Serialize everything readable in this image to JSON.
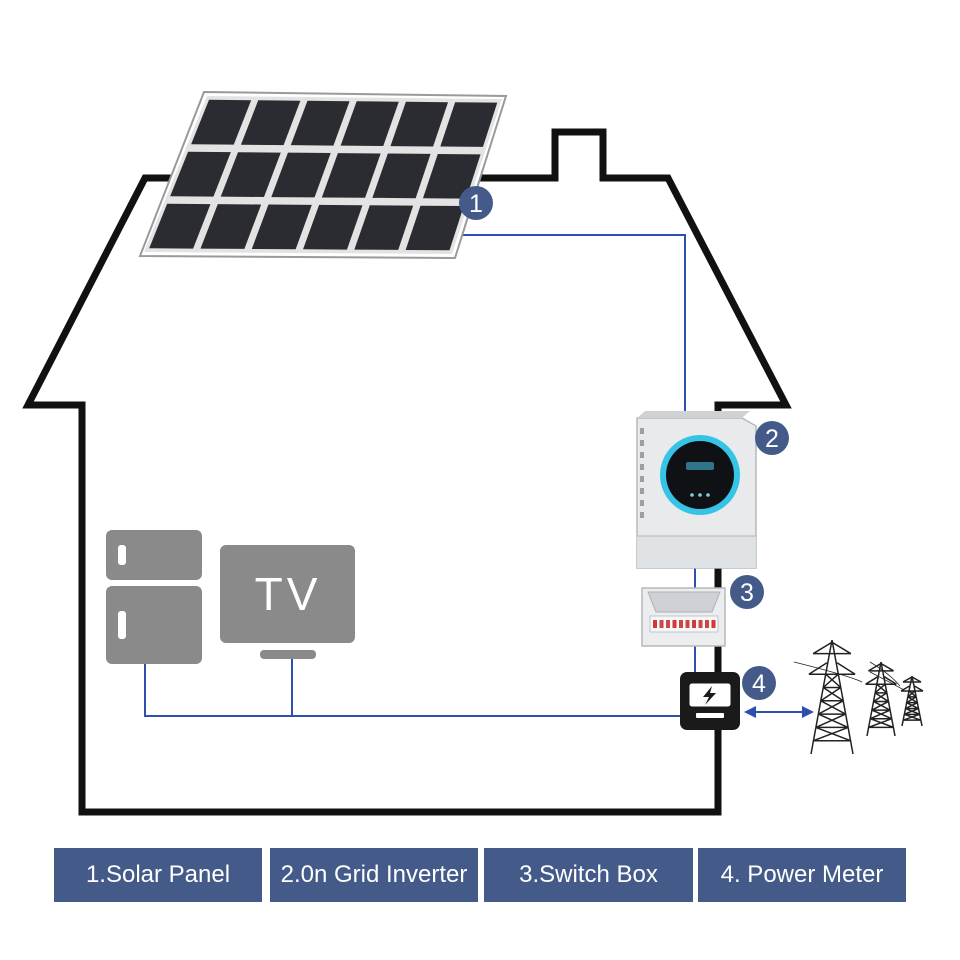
{
  "badges": [
    "1",
    "2",
    "3",
    "4"
  ],
  "appliances": {
    "tv_label": "TV"
  },
  "legend": [
    "1.Solar Panel",
    "2.0n Grid Inverter",
    "3.Switch Box",
    "4. Power Meter"
  ],
  "colors": {
    "badge": "#445b8a",
    "legend_bg": "#445b8a",
    "wire": "#2c4fb0",
    "house_outline": "#111111",
    "appliance_gray": "#8a8a8a",
    "inverter_ring": "#35c4e6",
    "solar_cell": "#2a2c31"
  }
}
